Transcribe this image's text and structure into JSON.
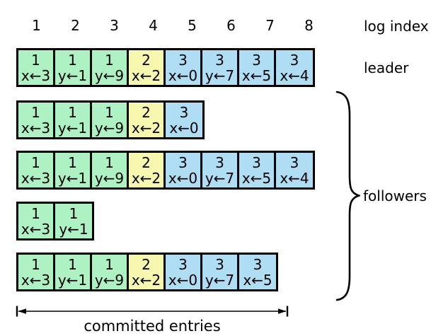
{
  "labels": {
    "log_index": "log index",
    "leader": "leader",
    "followers": "followers",
    "committed": "committed entries"
  },
  "log_indices": [
    "1",
    "2",
    "3",
    "4",
    "5",
    "6",
    "7",
    "8"
  ],
  "term_colors": {
    "1": "#aef2c3",
    "2": "#f7f7af",
    "3": "#aeddf4"
  },
  "ink_color": "#000000",
  "rows": [
    {
      "role": "leader",
      "cells": [
        {
          "term": "1",
          "cmd": "x←3"
        },
        {
          "term": "1",
          "cmd": "y←1"
        },
        {
          "term": "1",
          "cmd": "y←9"
        },
        {
          "term": "2",
          "cmd": "x←2"
        },
        {
          "term": "3",
          "cmd": "x←0"
        },
        {
          "term": "3",
          "cmd": "y←7"
        },
        {
          "term": "3",
          "cmd": "x←5"
        },
        {
          "term": "3",
          "cmd": "x←4"
        }
      ]
    },
    {
      "role": "follower",
      "cells": [
        {
          "term": "1",
          "cmd": "x←3"
        },
        {
          "term": "1",
          "cmd": "y←1"
        },
        {
          "term": "1",
          "cmd": "y←9"
        },
        {
          "term": "2",
          "cmd": "x←2"
        },
        {
          "term": "3",
          "cmd": "x←0"
        }
      ]
    },
    {
      "role": "follower",
      "cells": [
        {
          "term": "1",
          "cmd": "x←3"
        },
        {
          "term": "1",
          "cmd": "y←1"
        },
        {
          "term": "1",
          "cmd": "y←9"
        },
        {
          "term": "2",
          "cmd": "x←2"
        },
        {
          "term": "3",
          "cmd": "x←0"
        },
        {
          "term": "3",
          "cmd": "y←7"
        },
        {
          "term": "3",
          "cmd": "x←5"
        },
        {
          "term": "3",
          "cmd": "x←4"
        }
      ]
    },
    {
      "role": "follower",
      "cells": [
        {
          "term": "1",
          "cmd": "x←3"
        },
        {
          "term": "1",
          "cmd": "y←1"
        }
      ]
    },
    {
      "role": "follower",
      "cells": [
        {
          "term": "1",
          "cmd": "x←3"
        },
        {
          "term": "1",
          "cmd": "y←1"
        },
        {
          "term": "1",
          "cmd": "y←9"
        },
        {
          "term": "2",
          "cmd": "x←2"
        },
        {
          "term": "3",
          "cmd": "x←0"
        },
        {
          "term": "3",
          "cmd": "y←7"
        },
        {
          "term": "3",
          "cmd": "x←5"
        }
      ]
    }
  ]
}
